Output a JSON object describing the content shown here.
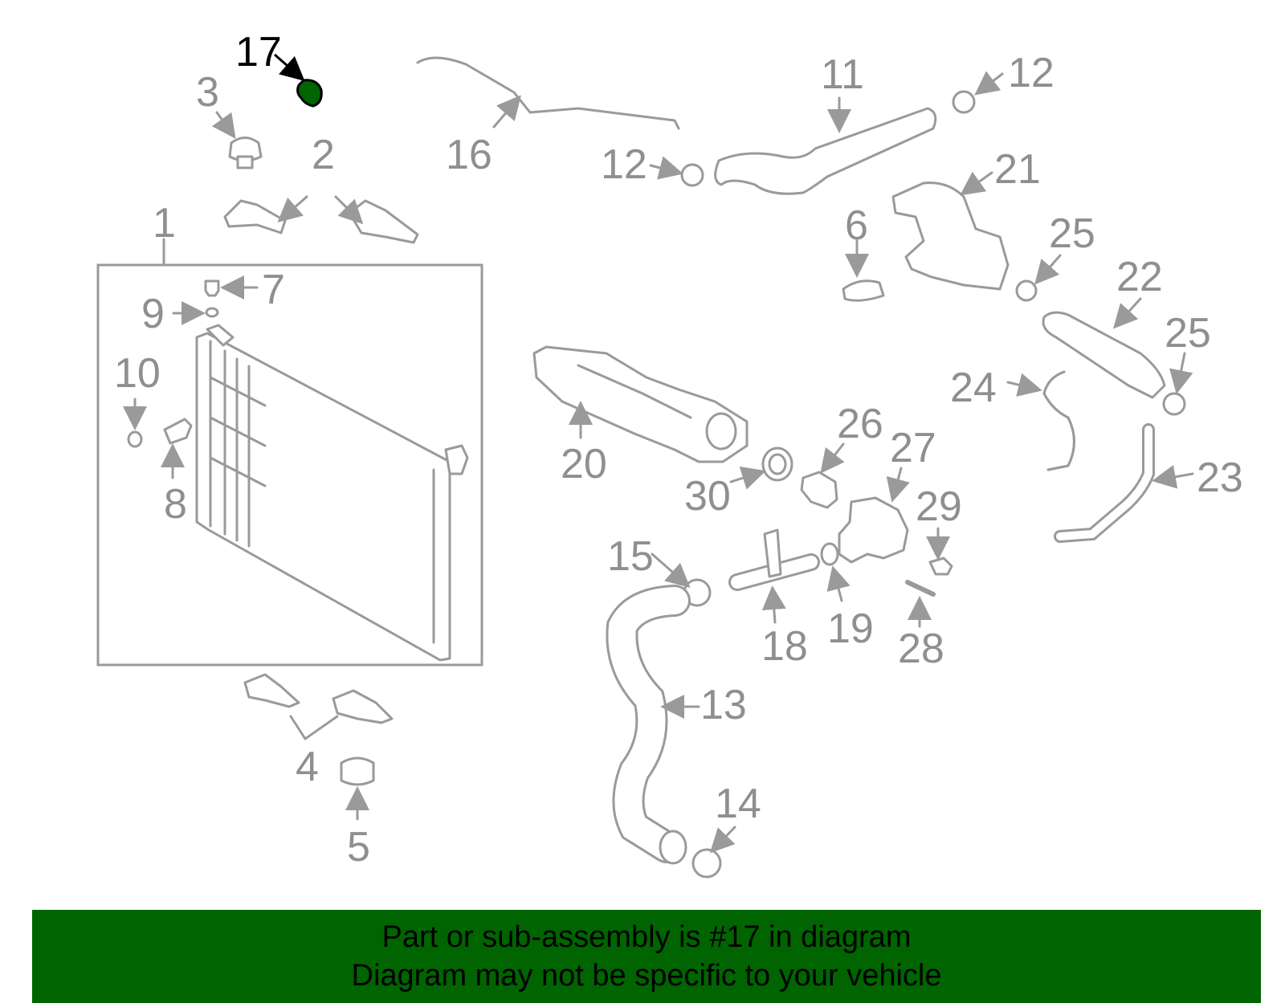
{
  "callouts": {
    "c1": "1",
    "c2": "2",
    "c3": "3",
    "c4": "4",
    "c5": "5",
    "c6": "6",
    "c7": "7",
    "c8": "8",
    "c9": "9",
    "c10": "10",
    "c11": "11",
    "c12a": "12",
    "c12b": "12",
    "c13": "13",
    "c14": "14",
    "c15": "15",
    "c16": "16",
    "c17": "17",
    "c18": "18",
    "c19": "19",
    "c20": "20",
    "c21": "21",
    "c22": "22",
    "c23": "23",
    "c24": "24",
    "c25a": "25",
    "c25b": "25",
    "c26": "26",
    "c27": "27",
    "c28": "28",
    "c29": "29",
    "c30": "30"
  },
  "highlighted_part": "17",
  "colors": {
    "highlight": "#006400",
    "line": "#9a9a9a",
    "banner": "#006400"
  },
  "banner": {
    "line1": "Part or sub-assembly is #17 in diagram",
    "line2": "Diagram may not be specific to your vehicle"
  }
}
